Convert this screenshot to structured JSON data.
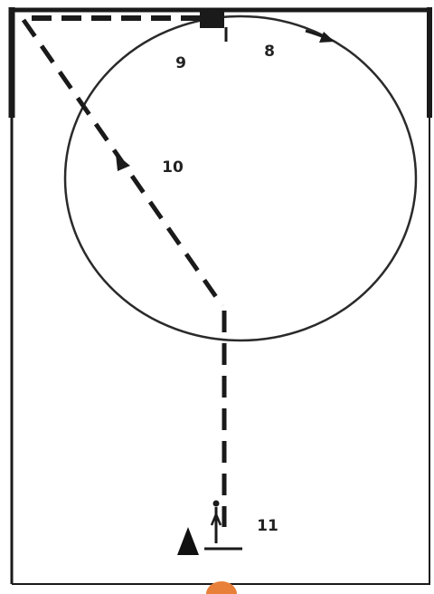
{
  "labels": {
    "point_8": "8",
    "point_9": "9",
    "point_10": "10",
    "point_11": "11"
  },
  "colors": {
    "line": "#1a1a1a",
    "field_background": "#ffffff",
    "ball": "#e8803a"
  },
  "icons": {
    "cone": "black-triangle-cone",
    "runner": "stick-figure-player",
    "ball": "orange-ball",
    "start_marker": "black-square-marker"
  }
}
